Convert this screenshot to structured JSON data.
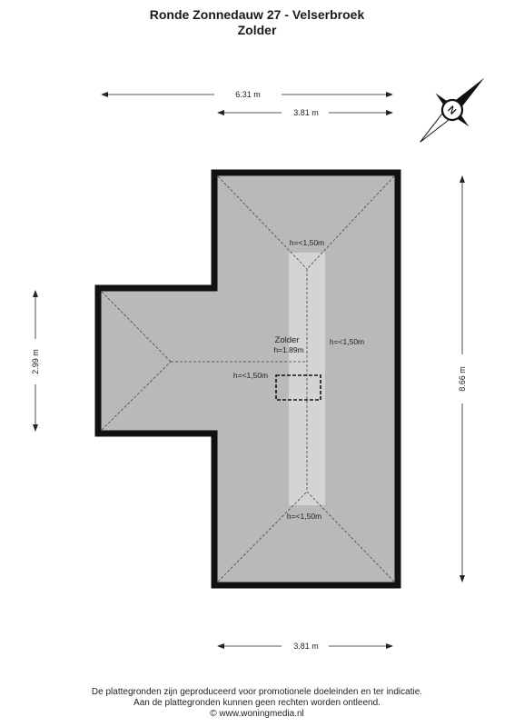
{
  "header": {
    "address": "Ronde Zonnedauw 27 - Velserbroek",
    "floor": "Zolder"
  },
  "dimensions": {
    "top_width": "6.31 m",
    "top_inner_width": "3.81 m",
    "bottom_width": "3.81 m",
    "left_height": "2.99 m",
    "right_height": "8.66 m"
  },
  "room": {
    "name": "Zolder",
    "height": "h=1.89m"
  },
  "height_labels": {
    "top": "h=<1,50m",
    "right": "h=<1,50m",
    "hatch": "h=<1,50m",
    "bottom": "h=<1,50m"
  },
  "compass": {
    "label": "N"
  },
  "footer": {
    "line1": "De plattegronden zijn geproduceerd voor promotionele doeleinden en ter indicatie.",
    "line2": "Aan de plattegronden kunnen geen rechten worden ontleend.",
    "line3": "© www.woningmedia.nl"
  },
  "colors": {
    "floor": "#b9b9b9",
    "headroom_strip": "#d4d4d4",
    "wall": "#111111"
  }
}
